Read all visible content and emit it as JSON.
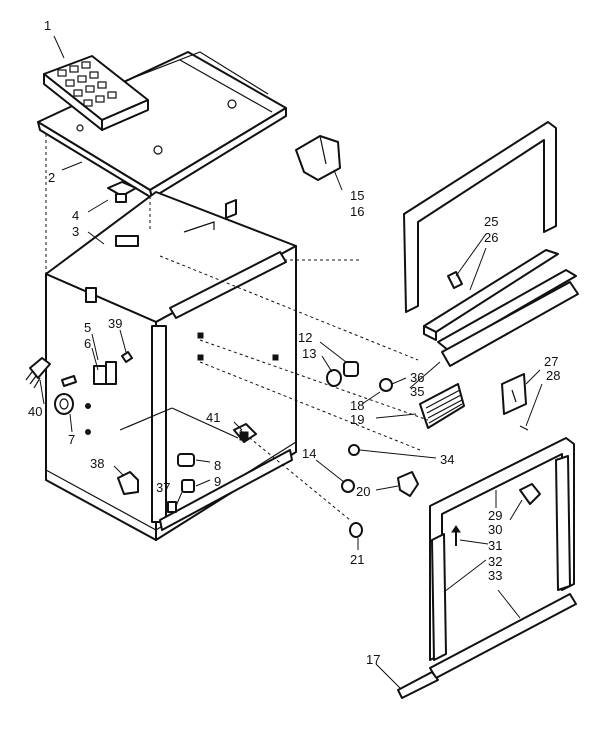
{
  "callouts": {
    "c1": "1",
    "c2": "2",
    "c3": "3",
    "c4": "4",
    "c5": "5",
    "c6": "6",
    "c7": "7",
    "c8": "8",
    "c9": "9",
    "c12": "12",
    "c13": "13",
    "c14": "14",
    "c15": "15",
    "c16": "16",
    "c17": "17",
    "c18": "18",
    "c19": "19",
    "c20": "20",
    "c21": "21",
    "c25": "25",
    "c26": "26",
    "c27": "27",
    "c28": "28",
    "c29": "29",
    "c30": "30",
    "c31": "31",
    "c32": "32",
    "c33": "33",
    "c34": "34",
    "c35": "35",
    "c36": "36",
    "c37": "37",
    "c38": "38",
    "c39": "39",
    "c40": "40",
    "c41": "41"
  }
}
